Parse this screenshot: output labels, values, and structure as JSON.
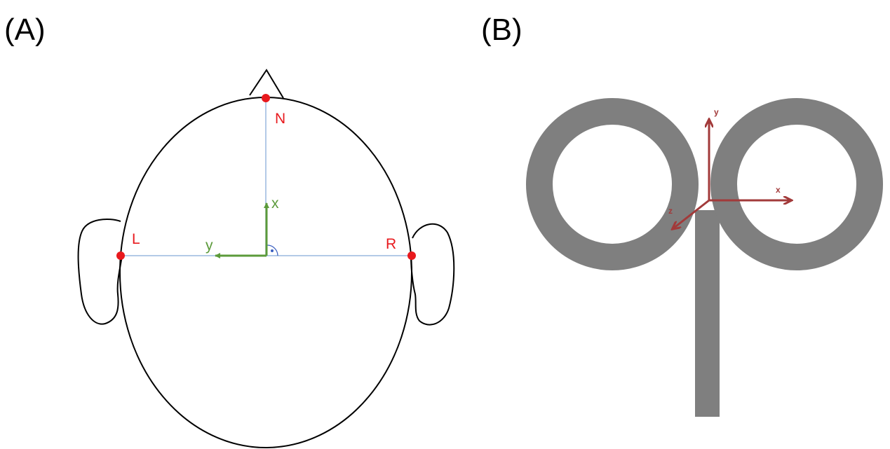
{
  "panels": {
    "a": {
      "label": "(A)",
      "landmarks": {
        "nasion": "N",
        "left": "L",
        "right": "R"
      },
      "axes": {
        "x": "x",
        "y": "y"
      }
    },
    "b": {
      "label": "(B)",
      "axes": {
        "x": "x",
        "y": "y",
        "z": "z"
      }
    }
  },
  "colors": {
    "outline": "#000000",
    "landmark": "#e8191d",
    "reference_line": "#9ab8df",
    "head_axis": "#5b9a3a",
    "coil": "#7f7f7f",
    "coil_axis": "#a23a3a",
    "right_angle_mark": "#3a5fbf"
  }
}
